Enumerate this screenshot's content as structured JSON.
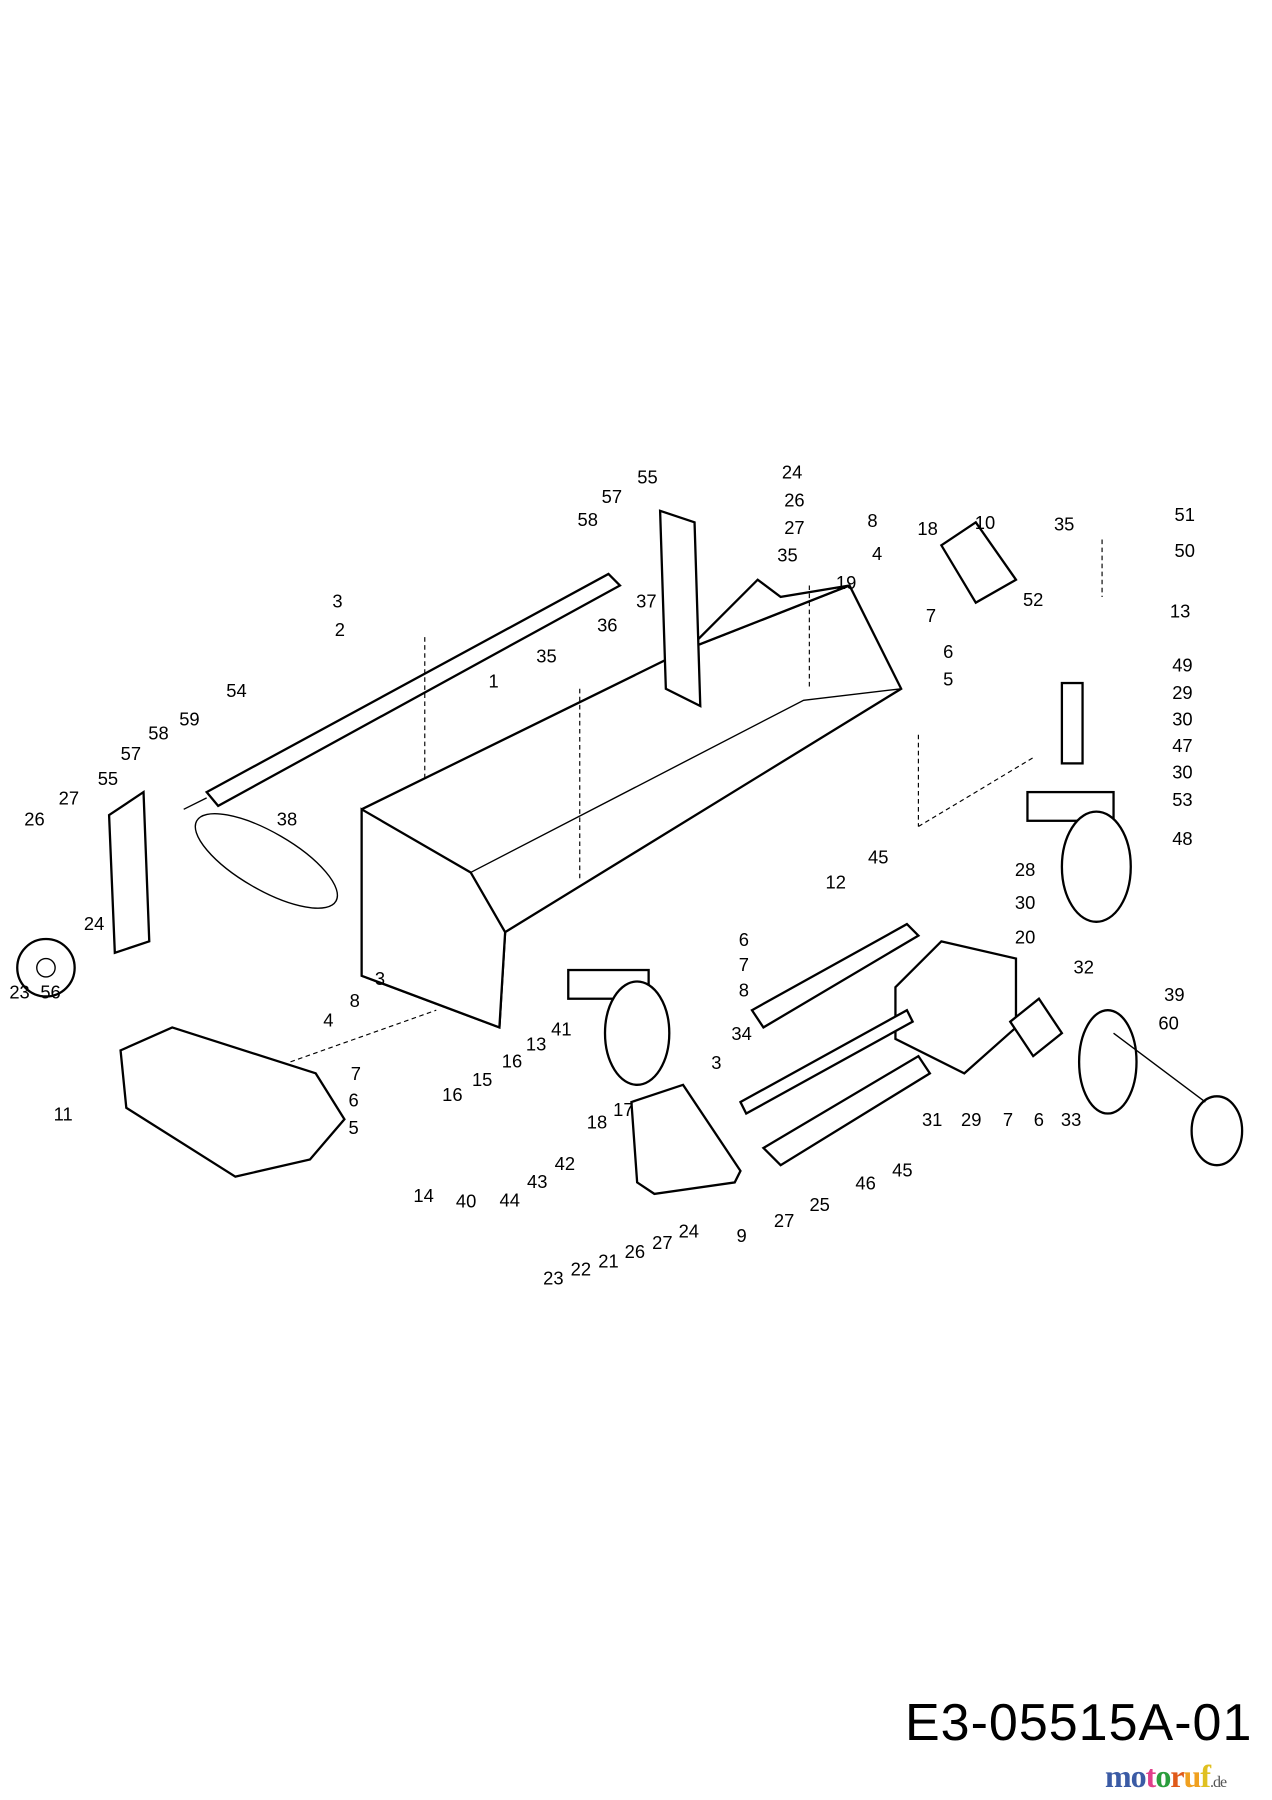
{
  "diagram_code": "E3-05515A-01",
  "watermark": {
    "text": "motoruf",
    "suffix": ".de",
    "letter_colors": [
      "#3b5ba5",
      "#3b5ba5",
      "#e0408a",
      "#2a9d3c",
      "#e05a1a",
      "#f0a020",
      "#e0c020"
    ]
  },
  "part_labels": [
    "3",
    "2",
    "54",
    "1",
    "35",
    "37",
    "36",
    "58",
    "57",
    "55",
    "24",
    "26",
    "27",
    "35",
    "8",
    "18",
    "10",
    "4",
    "19",
    "7",
    "6",
    "5",
    "35",
    "51",
    "50",
    "52",
    "13",
    "49",
    "29",
    "30",
    "47",
    "30",
    "53",
    "48",
    "59",
    "58",
    "57",
    "55",
    "27",
    "26",
    "24",
    "23",
    "56",
    "38",
    "45",
    "12",
    "28",
    "30",
    "20",
    "6",
    "7",
    "8",
    "32",
    "39",
    "60",
    "3",
    "8",
    "4",
    "7",
    "6",
    "5",
    "11",
    "34",
    "3",
    "41",
    "13",
    "16",
    "15",
    "16",
    "18",
    "17",
    "14",
    "40",
    "44",
    "43",
    "42",
    "31",
    "29",
    "7",
    "6",
    "33",
    "46",
    "45",
    "25",
    "27",
    "9",
    "24",
    "27",
    "26",
    "21",
    "22",
    "23"
  ]
}
